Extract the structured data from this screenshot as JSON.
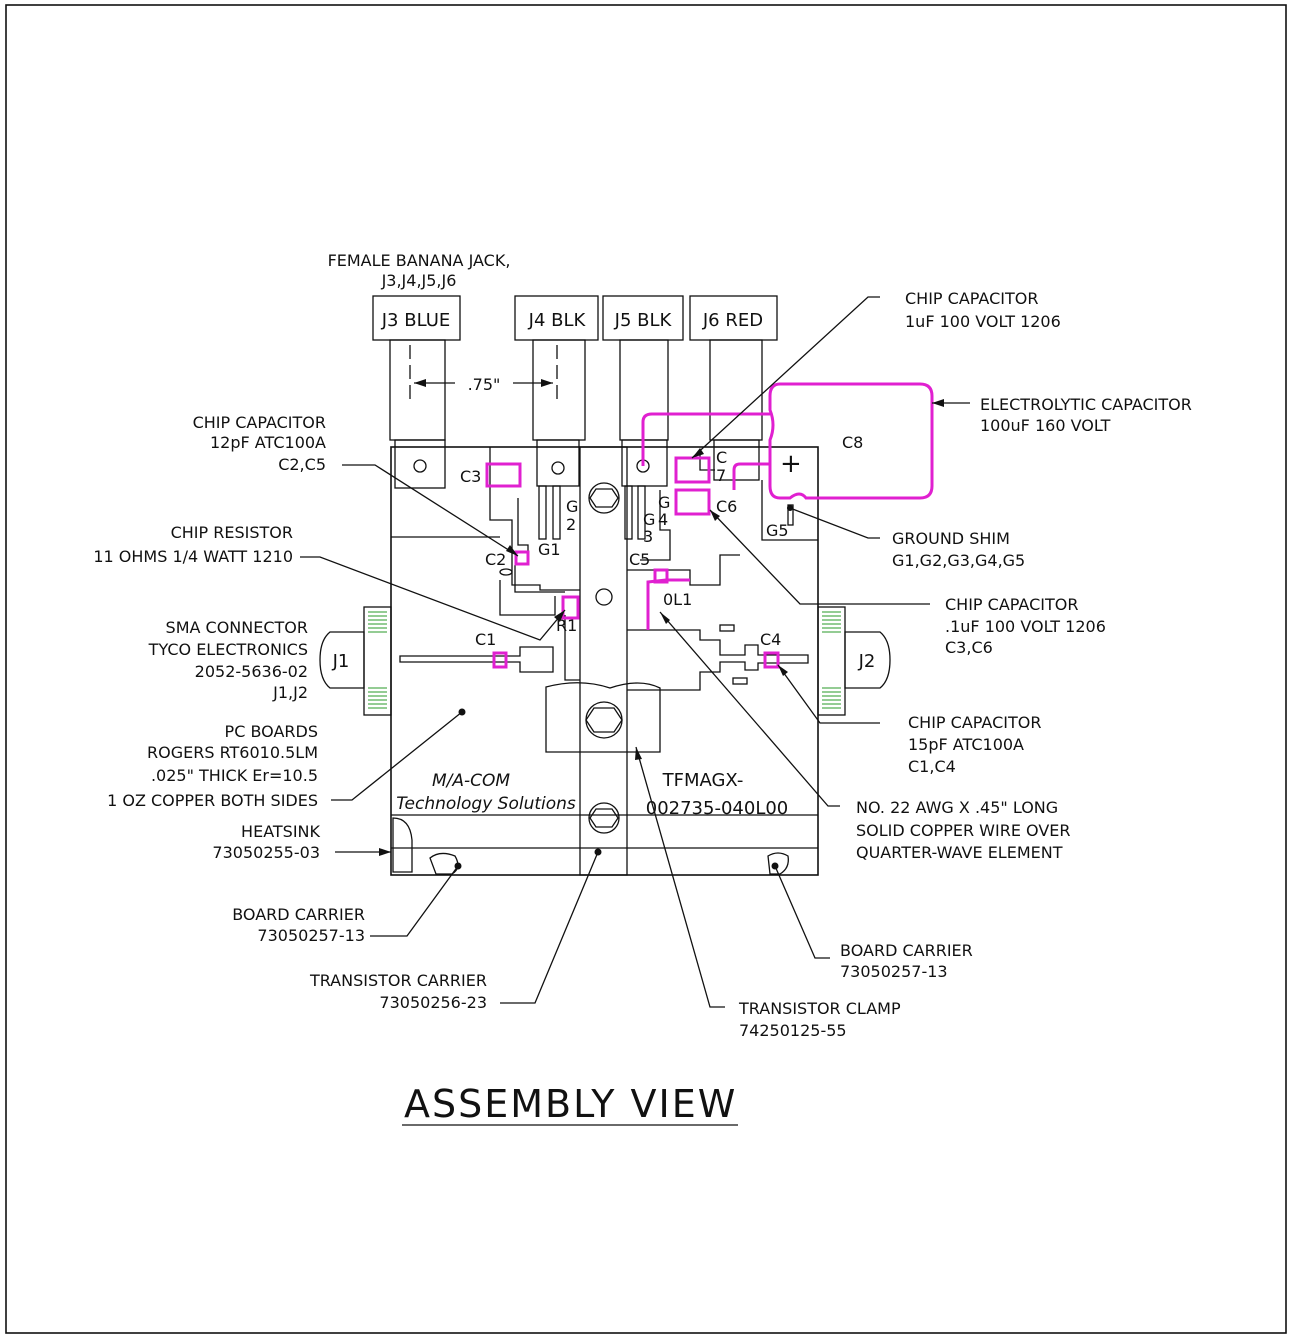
{
  "title": "ASSEMBLY VIEW",
  "board_logo": {
    "line1": "M/A-COM",
    "line2": "Technology Solutions"
  },
  "part_number": {
    "line1": "TFMAGX-",
    "line2": "002735-040L00"
  },
  "jacks": {
    "j3": "J3 BLUE",
    "j4": "J4 BLK",
    "j5": "J5 BLK",
    "j6": "J6 RED",
    "j1": "J1",
    "j2": "J2"
  },
  "dimension": ".75\"",
  "ref_designators": {
    "c1": "C1",
    "c2": "C2",
    "c3": "C3",
    "c4": "C4",
    "c5": "C5",
    "c6": "C6",
    "c7a": "C",
    "c7b": "7",
    "c8": "C8",
    "r1": "R1",
    "l1": "0L1",
    "g1": "G1",
    "g2a": "G",
    "g2b": "2",
    "g3a": "G",
    "g3b": "3",
    "g4a": "G",
    "g4b": "4",
    "g5": "G5",
    "plus": "+"
  },
  "callouts": {
    "banana": [
      "FEMALE BANANA JACK,",
      "J3,J4,J5,J6"
    ],
    "chip_cap_12pf": [
      "CHIP CAPACITOR",
      "12pF ATC100A",
      "C2,C5"
    ],
    "chip_resistor": [
      "CHIP RESISTOR",
      "11 OHMS 1/4 WATT 1210"
    ],
    "sma": [
      "SMA CONNECTOR",
      "TYCO ELECTRONICS",
      "2052-5636-02",
      "J1,J2"
    ],
    "pc_boards": [
      "PC BOARDS",
      "ROGERS RT6010.5LM",
      ".025\" THICK Er=10.5",
      "1 OZ COPPER BOTH SIDES"
    ],
    "heatsink": [
      "HEATSINK",
      "73050255-03"
    ],
    "board_carrier_left": [
      "BOARD CARRIER",
      "73050257-13"
    ],
    "transistor_carrier": [
      "TRANSISTOR CARRIER",
      "73050256-23"
    ],
    "transistor_clamp": [
      "TRANSISTOR CLAMP",
      "74250125-55"
    ],
    "board_carrier_right": [
      "BOARD CARRIER",
      "73050257-13"
    ],
    "chip_cap_1uf": [
      "CHIP CAPACITOR",
      "1uF 100 VOLT 1206"
    ],
    "electrolytic": [
      "ELECTROLYTIC CAPACITOR",
      "100uF 160 VOLT"
    ],
    "ground_shim": [
      "GROUND SHIM",
      "G1,G2,G3,G4,G5"
    ],
    "chip_cap_01uf": [
      "CHIP CAPACITOR",
      ".1uF 100 VOLT 1206",
      "C3,C6"
    ],
    "chip_cap_15pf": [
      "CHIP CAPACITOR",
      "15pF ATC100A",
      "C1,C4"
    ],
    "wire": [
      "NO. 22 AWG X .45\" LONG",
      "SOLID COPPER WIRE OVER",
      "QUARTER-WAVE ELEMENT"
    ]
  }
}
